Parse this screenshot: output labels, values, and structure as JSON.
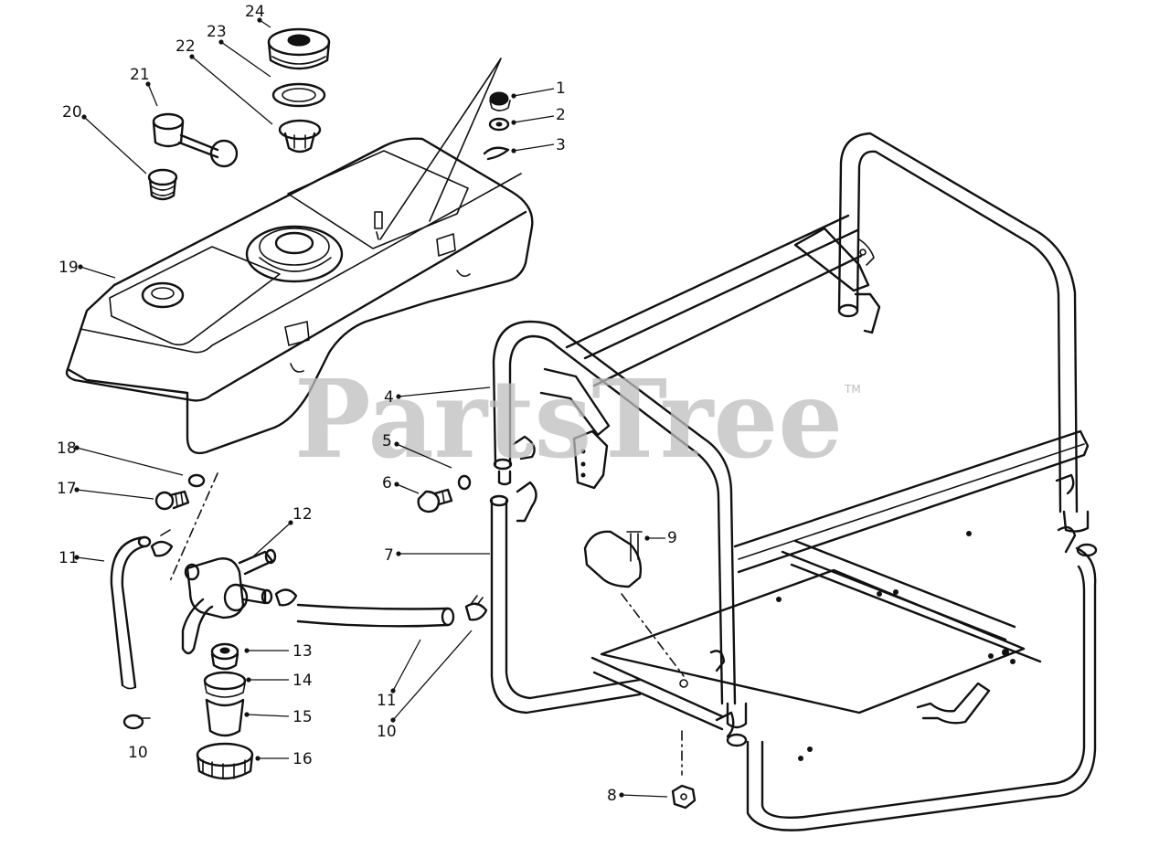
{
  "watermark": {
    "text": "PartsTree",
    "trademark": "TM"
  },
  "callouts": [
    {
      "id": "c1",
      "label": "1"
    },
    {
      "id": "c2",
      "label": "2"
    },
    {
      "id": "c3",
      "label": "3"
    },
    {
      "id": "c4",
      "label": "4"
    },
    {
      "id": "c5",
      "label": "5"
    },
    {
      "id": "c6",
      "label": "6"
    },
    {
      "id": "c7",
      "label": "7"
    },
    {
      "id": "c8",
      "label": "8"
    },
    {
      "id": "c9",
      "label": "9"
    },
    {
      "id": "c10a",
      "label": "10"
    },
    {
      "id": "c10b",
      "label": "10"
    },
    {
      "id": "c11a",
      "label": "11"
    },
    {
      "id": "c11b",
      "label": "11"
    },
    {
      "id": "c12",
      "label": "12"
    },
    {
      "id": "c13",
      "label": "13"
    },
    {
      "id": "c14",
      "label": "14"
    },
    {
      "id": "c15",
      "label": "15"
    },
    {
      "id": "c16",
      "label": "16"
    },
    {
      "id": "c17",
      "label": "17"
    },
    {
      "id": "c18",
      "label": "18"
    },
    {
      "id": "c19",
      "label": "19"
    },
    {
      "id": "c20",
      "label": "20"
    },
    {
      "id": "c21",
      "label": "21"
    },
    {
      "id": "c22",
      "label": "22"
    },
    {
      "id": "c23",
      "label": "23"
    },
    {
      "id": "c24",
      "label": "24"
    }
  ],
  "colors": {
    "line": "#111111",
    "watermark": "#bdbdbd",
    "background": "#ffffff"
  }
}
